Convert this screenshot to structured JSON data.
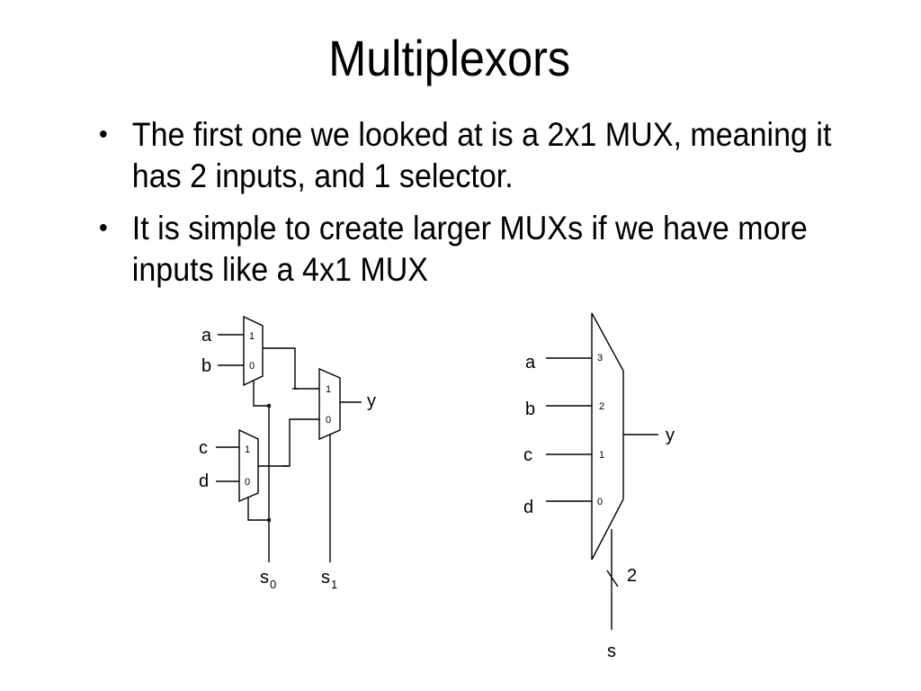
{
  "slide": {
    "title": "Multiplexors",
    "bullets": [
      "The first one we looked at is a 2x1 MUX, meaning it has 2 inputs, and 1 selector.",
      "It is simple to create larger MUXs if we have more inputs like a 4x1 MUX"
    ]
  },
  "diagram_left": {
    "inputs": [
      "a",
      "b",
      "c",
      "d"
    ],
    "mux_top_ports": [
      "1",
      "0"
    ],
    "mux_bottom_ports": [
      "1",
      "0"
    ],
    "mux_out_ports": [
      "1",
      "0"
    ],
    "output": "y",
    "select0": "s",
    "select0_sub": "0",
    "select1": "s",
    "select1_sub": "1"
  },
  "diagram_right": {
    "inputs": [
      "a",
      "b",
      "c",
      "d"
    ],
    "ports": [
      "3",
      "2",
      "1",
      "0"
    ],
    "output": "y",
    "bus_width": "2",
    "select": "s"
  }
}
